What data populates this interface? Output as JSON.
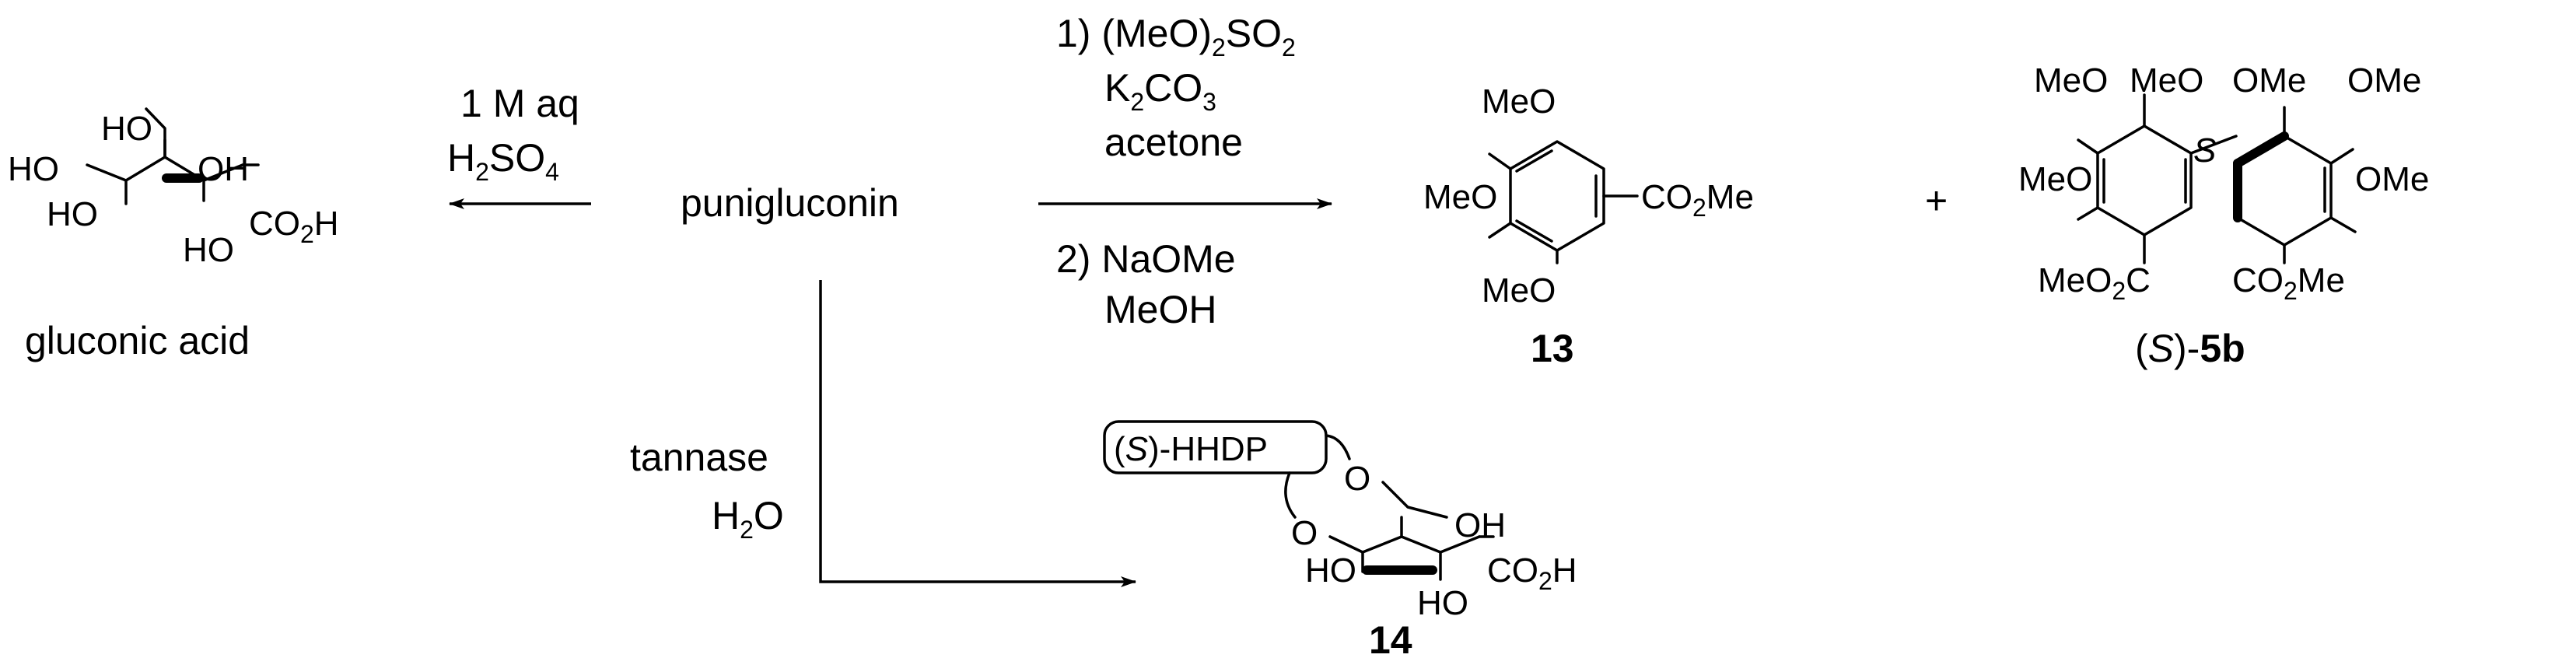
{
  "start_material": "punigluconin",
  "acid_hydrolysis": {
    "line1": "1 M aq",
    "line2_prefix": "H",
    "line2_sub": "2",
    "line2_mid": "SO",
    "line2_sub2": "4",
    "product": "gluconic acid",
    "atoms": {
      "oh": "HO",
      "oh_right": "OH",
      "co2h": "CO",
      "co2h_sub": "2",
      "co2h_end": "H"
    }
  },
  "methylation": {
    "step1_num": "1) (MeO)",
    "step1_sub": "2",
    "step1_end": "SO",
    "step1_sub2": "2",
    "base_k": "K",
    "base_sub": "2",
    "base_co": "CO",
    "base_sub2": "3",
    "solvent1": "acetone",
    "step2": "2) NaOMe",
    "solvent2": "MeOH"
  },
  "product_13": {
    "label": "13",
    "meo": "MeO",
    "ester": "CO",
    "ester_sub": "2",
    "ester_end": "Me"
  },
  "plus_sign": "+",
  "product_5b": {
    "label_open": "(",
    "label_s": "S",
    "label_close": ")-",
    "label_num": "5b",
    "stereo": "S",
    "meo": "MeO",
    "ome": "OMe",
    "ester_left": "MeO",
    "ester_left_sub": "2",
    "ester_left_end": "C",
    "ester_right": "CO",
    "ester_right_sub": "2",
    "ester_right_end": "Me"
  },
  "enzymatic": {
    "reagent1": "tannase",
    "reagent2_prefix": "H",
    "reagent2_sub": "2",
    "reagent2_end": "O",
    "product_label": "14",
    "hhdp_open": "(",
    "hhdp_s": "S",
    "hhdp_close": ")-HHDP",
    "atoms": {
      "o": "O",
      "oh": "OH",
      "ho": "HO",
      "co2h": "CO",
      "co2h_sub": "2",
      "co2h_end": "H"
    }
  }
}
